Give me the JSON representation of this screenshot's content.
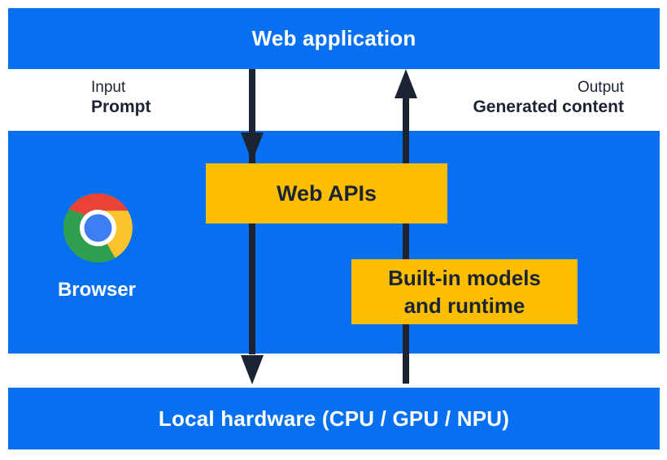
{
  "diagram": {
    "top_bar": {
      "label": "Web application"
    },
    "io_labels": {
      "input_caption": "Input",
      "input_value": "Prompt",
      "output_caption": "Output",
      "output_value": "Generated content"
    },
    "browser": {
      "icon": "chrome-browser-logo",
      "label": "Browser"
    },
    "boxes": {
      "web_apis_label": "Web APIs",
      "builtin_line1": "Built-in models",
      "builtin_line2": "and runtime"
    },
    "bottom_bar": {
      "label": "Local hardware (CPU / GPU / NPU)"
    },
    "arrows": {
      "down_flow": "web-application-to-local-hardware",
      "up_flow": "local-hardware-to-web-application"
    },
    "colors": {
      "blue": "#0670F0",
      "yellow": "#FDBD00",
      "dark_navy": "#1B2433",
      "white": "#FFFFFF",
      "chrome_red": "#EA4335",
      "chrome_yellow": "#FCC42C",
      "chrome_green": "#2F9E4F",
      "chrome_blue": "#3D7FF2"
    }
  }
}
